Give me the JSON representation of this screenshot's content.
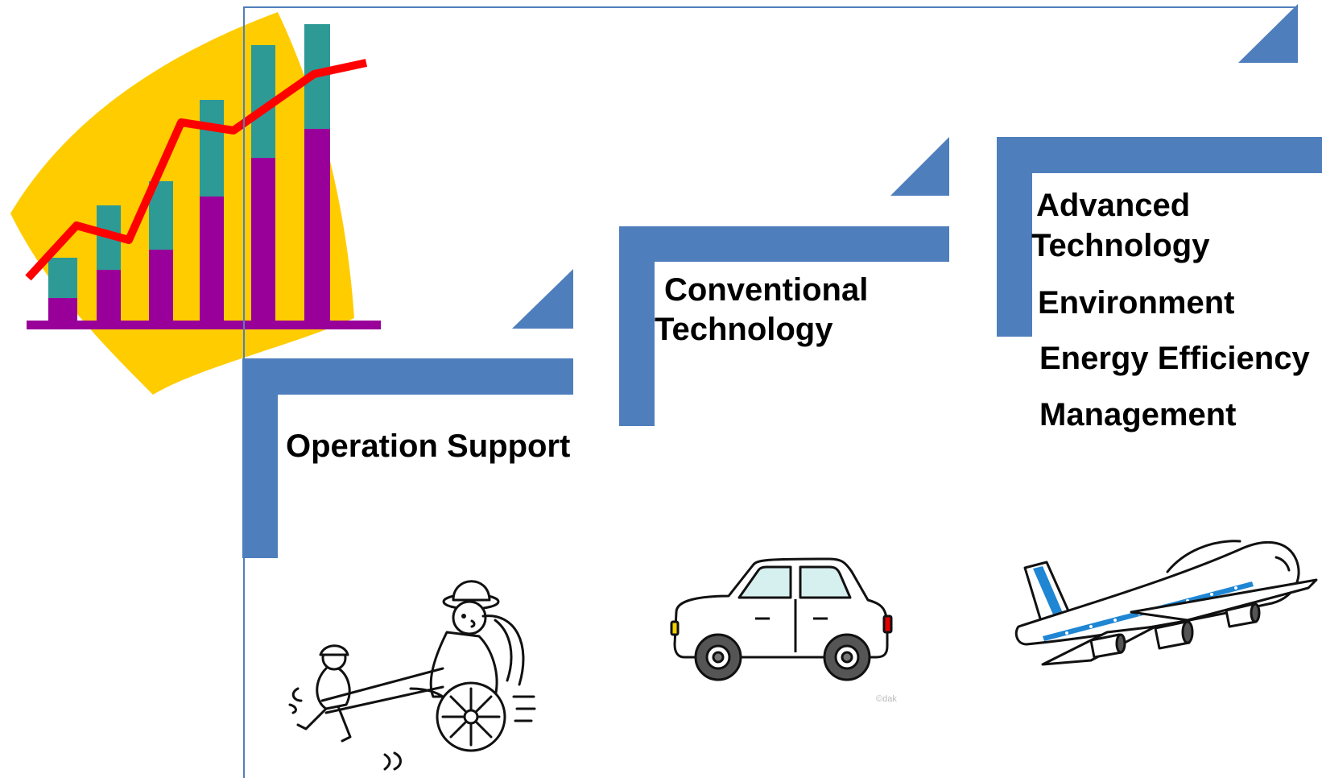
{
  "colors": {
    "step": "#4f7ebd",
    "frame": "#4f7ebd",
    "chart_background": "#ffcc00",
    "chart_bar_top": "#2e9a96",
    "chart_bar_bottom": "#990099",
    "chart_trend_line": "#ff0000",
    "car_window": "#d6efef",
    "car_light": "#e60000",
    "plane_stripe": "#1f86d3"
  },
  "steps": [
    {
      "labels": [
        "Operation Support"
      ],
      "illustration": "rickshaw-icon"
    },
    {
      "labels": [
        "Conventional",
        "Technology"
      ],
      "illustration": "car-icon"
    },
    {
      "labels": [
        "Advanced",
        "Technology",
        "Environment",
        "Energy Efficiency",
        "Management"
      ],
      "illustration": "airplane-icon"
    }
  ],
  "decoration": {
    "icon": "growth-chart-icon"
  },
  "watermark": "©dak"
}
